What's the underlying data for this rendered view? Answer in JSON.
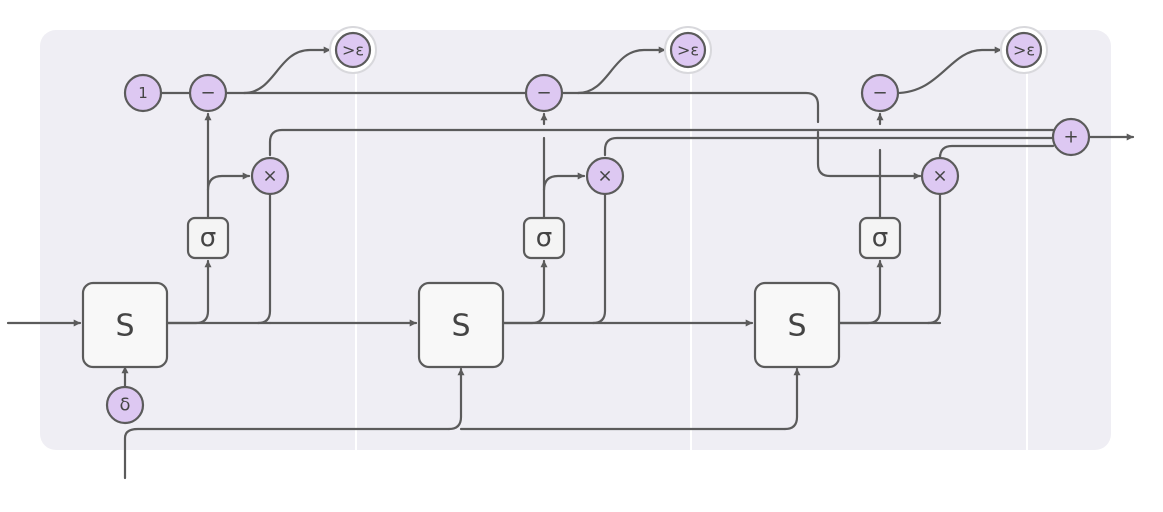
{
  "colors": {
    "panel": "#efeef4",
    "divider": "#ffffff",
    "wire": "#5b5b5b",
    "operator_fill": "#ddc8f2",
    "box_fill": "#f8f8f8"
  },
  "symbols": {
    "step_block": "S",
    "sigmoid": "σ",
    "subtract": "−",
    "multiply": "×",
    "sum": "+",
    "one": "1",
    "delta": "δ",
    "threshold": ">ε"
  }
}
